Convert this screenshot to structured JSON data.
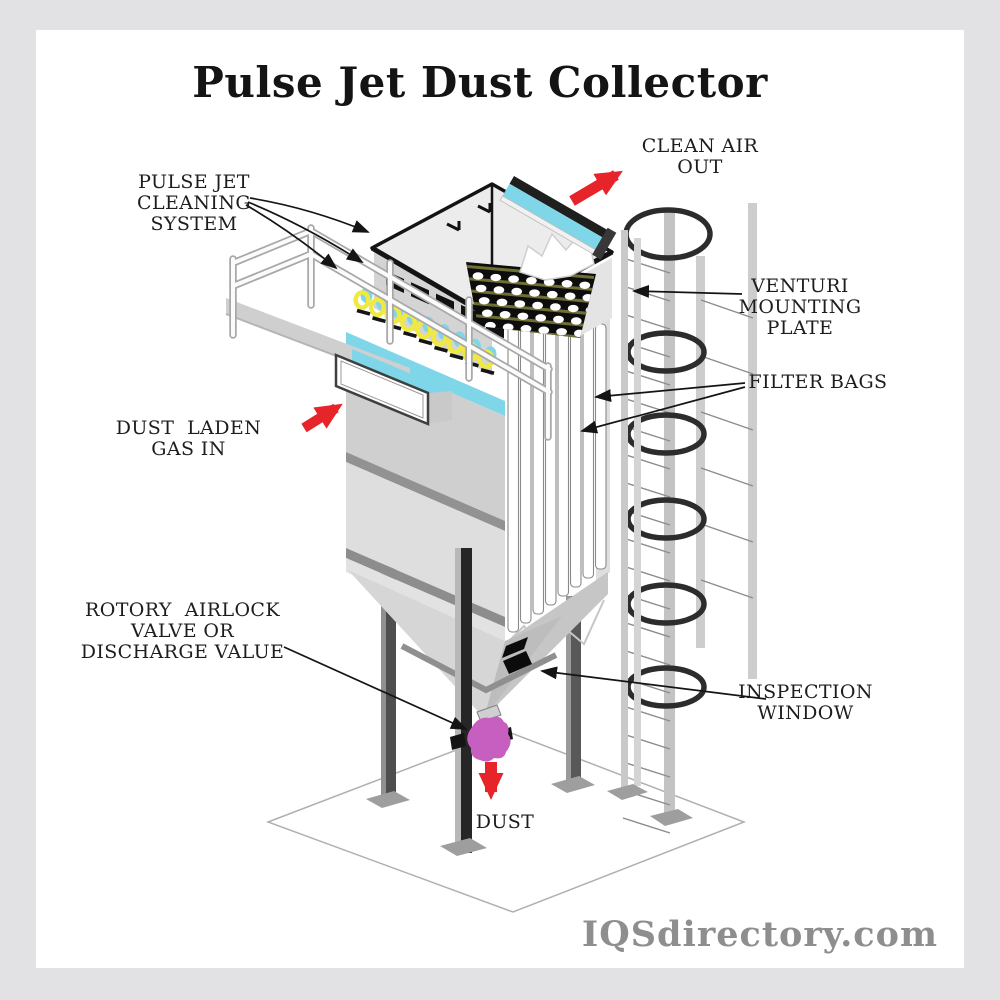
{
  "title": "Pulse Jet Dust Collector",
  "watermark": "IQSdirectory.com",
  "labels": {
    "pulse_jet": "PULSE JET\nCLEANING\nSYSTEM",
    "clean_air": "CLEAN AIR\nOUT",
    "venturi": "VENTURI\nMOUNTING\nPLATE",
    "filter_bags": "FILTER BAGS",
    "dust_laden": "DUST  LADEN\nGAS IN",
    "rotary_valve": "ROTORY  AIRLOCK\nVALVE OR\nDISCHARGE VALUE",
    "inspection": "INSPECTION\nWINDOW",
    "dust": "DUST"
  },
  "icons": {
    "clean_air_arrow": "red-arrow-up-right",
    "dust_laden_arrow": "red-arrow-up-right",
    "dust_arrow": "red-arrow-down"
  },
  "colors": {
    "duct_cyan": "#7fd6e8",
    "arrow_red": "#e6242a",
    "valve_magenta": "#c75fc0",
    "spring_yellow": "#f0e93f",
    "text_dark": "#1d1d1d",
    "watermark_gray": "#8e8e8e",
    "frame_gray": "#e2e2e4"
  }
}
